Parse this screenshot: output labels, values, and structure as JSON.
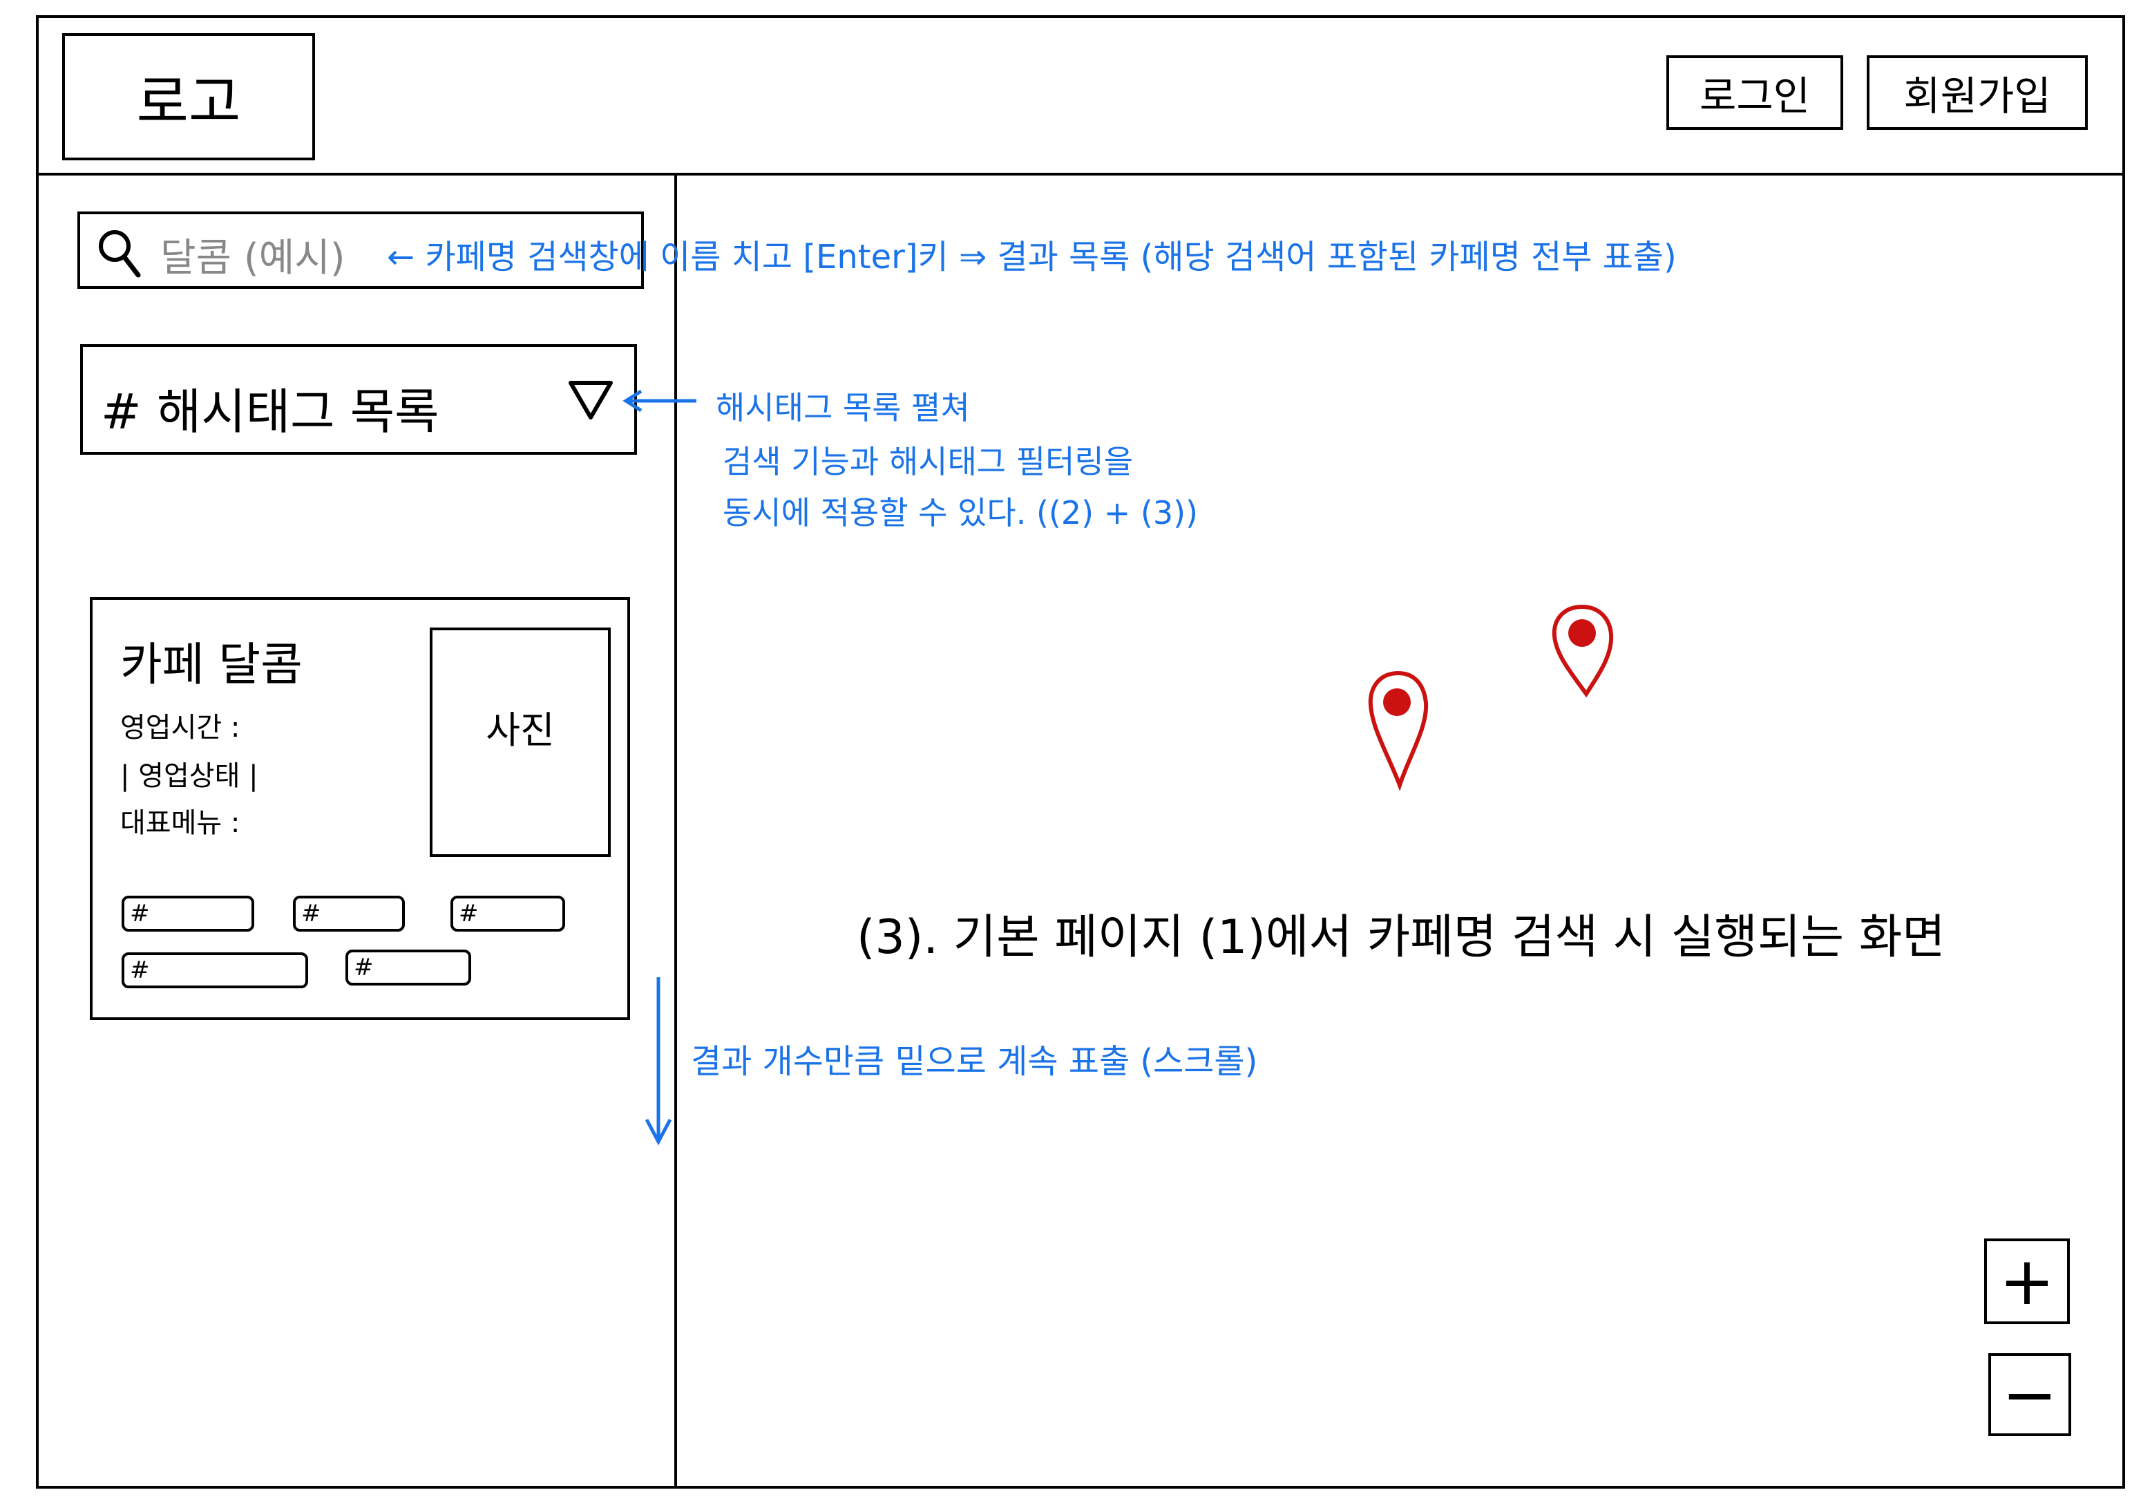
{
  "header": {
    "logo": "로고",
    "login_label": "로그인",
    "signup_label": "회원가입"
  },
  "sidebar": {
    "search": {
      "value": "달콤 (예시)",
      "icon": "search-icon"
    },
    "hashtag_dropdown": {
      "label": "# 해시태그 목록",
      "icon": "triangle-down-icon"
    },
    "cafe_card": {
      "name": "카페 달콤",
      "hours_label": "영업시간 :",
      "status_label": "| 영업상태 |",
      "menu_label": "대표메뉴 :",
      "photo_label": "사진",
      "tags": [
        "#",
        "#",
        "#",
        "#",
        "#"
      ]
    }
  },
  "annotations": {
    "search_note": "← 카페명 검색창에 이름 치고 [Enter]키 ⇒ 결과 목록 (해당 검색어 포함된 카페명 전부 표출)",
    "hashtag_note_1": "해시태그 목록 펼쳐",
    "hashtag_note_2": "검색 기능과 해시태그 필터링을",
    "hashtag_note_3": "동시에 적용할 수 있다. ((2) + (3))",
    "scroll_note": "결과 개수만큼 밑으로 계속 표출 (스크롤)"
  },
  "map": {
    "caption": "(3). 기본 페이지 (1)에서 카페명 검색 시 실행되는 화면",
    "zoom_in_label": "+",
    "zoom_out_label": "−",
    "pin_color": "#cc1111"
  },
  "colors": {
    "annotation": "#1a73e8",
    "pin": "#cc1111"
  }
}
